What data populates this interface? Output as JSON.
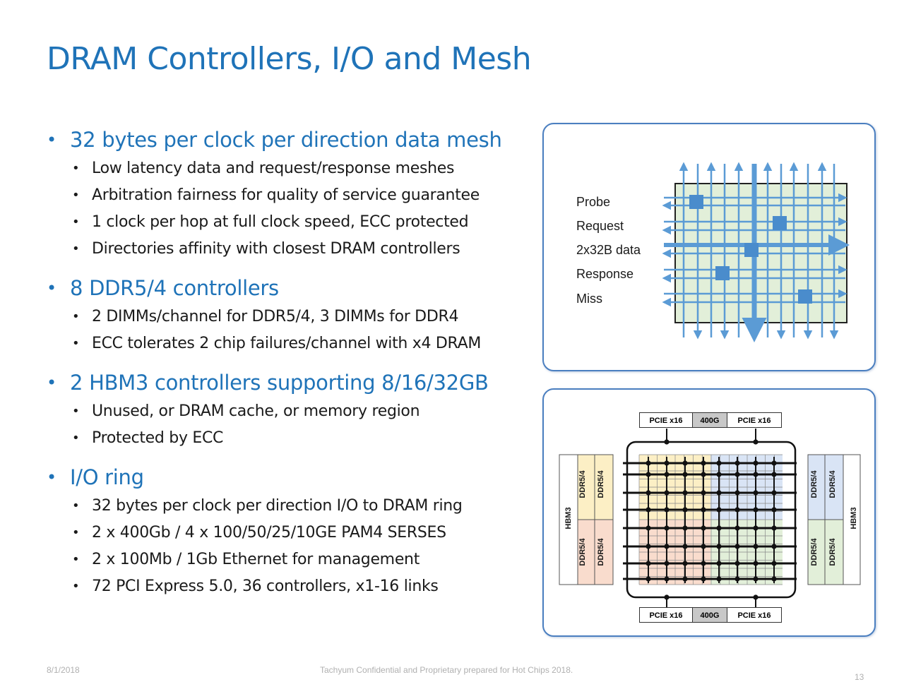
{
  "title": "DRAM Controllers, I/O and Mesh",
  "sections": [
    {
      "heading": "32 bytes per clock per direction data mesh",
      "items": [
        "Low latency data and request/response meshes",
        "Arbitration fairness for quality of service guarantee",
        "1 clock per hop at full clock speed, ECC protected",
        "Directories affinity with closest DRAM controllers"
      ]
    },
    {
      "heading": "8 DDR5/4 controllers",
      "items": [
        "2 DIMMs/channel for DDR5/4, 3 DIMMs for DDR4",
        "ECC tolerates 2 chip failures/channel with x4 DRAM"
      ]
    },
    {
      "heading": "2 HBM3 controllers supporting 8/16/32GB",
      "items": [
        "Unused, or DRAM cache, or memory region",
        "Protected by ECC"
      ]
    },
    {
      "heading": "I/O ring",
      "items": [
        "32 bytes per clock per direction I/O to DRAM ring",
        "2 x 400Gb / 4 x 100/50/25/10GE PAM4 SERSES",
        "2 x 100Mb / 1Gb Ethernet for management",
        "72 PCI Express 5.0, 36 controllers, x1-16 links"
      ]
    }
  ],
  "mesh_diagram": {
    "labels": [
      "Probe",
      "Request",
      "2x32B data",
      "Response",
      "Miss"
    ],
    "colors": {
      "fill": "#e2efd9",
      "arrow": "#5b9bd5",
      "node": "#4a8ccc"
    }
  },
  "io_diagram": {
    "top_blocks": [
      "PCIE x16",
      "400G",
      "PCIE x16"
    ],
    "bottom_blocks": [
      "PCIE x16",
      "400G",
      "PCIE x16"
    ],
    "left_hbm": "HBM3",
    "right_hbm": "HBM3",
    "ddr_label": "DDR5/4",
    "quadrant_colors": {
      "top_left": "#fcefc5",
      "top_right": "#d9e4f5",
      "bottom_left": "#f9dccd",
      "bottom_right": "#e2efd9"
    }
  },
  "footer": {
    "date": "8/1/2018",
    "confidential": "Tachyum Confidential and Proprietary prepared for Hot Chips 2018.",
    "page": "13"
  }
}
